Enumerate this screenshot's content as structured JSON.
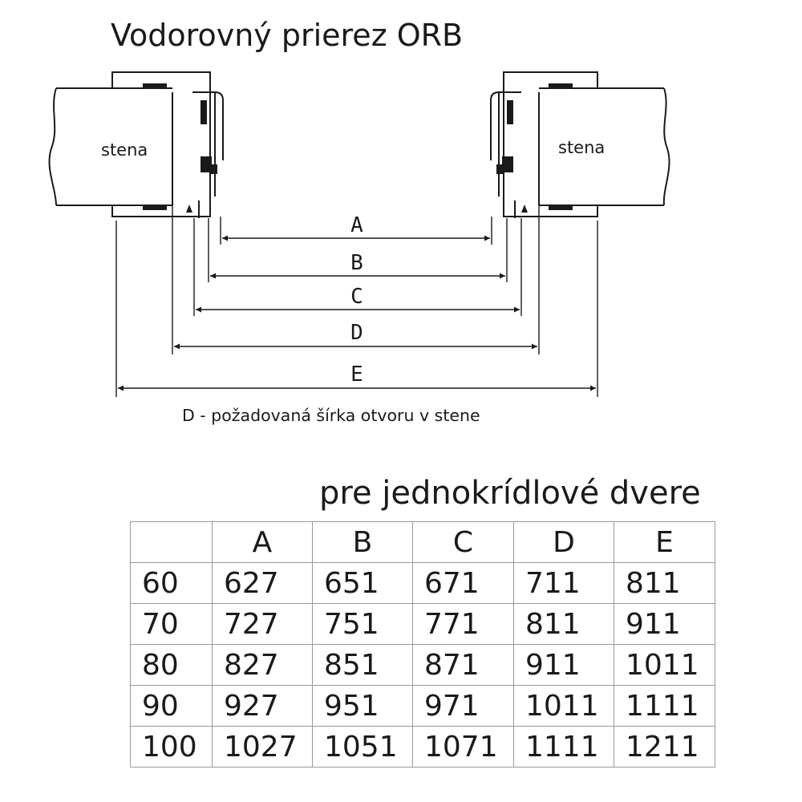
{
  "title": "Vodorovný prierez ORB",
  "diagram": {
    "wall_left_label": "stena",
    "wall_right_label": "stena",
    "dimension_letters": [
      "A",
      "B",
      "C",
      "D",
      "E"
    ],
    "caption": "D - požadovaná šírka otvoru v stene"
  },
  "table": {
    "title": "pre jednokrídlové dvere",
    "columns": [
      "",
      "A",
      "B",
      "C",
      "D",
      "E"
    ],
    "rows": [
      [
        "60",
        "627",
        "651",
        "671",
        "711",
        "811"
      ],
      [
        "70",
        "727",
        "751",
        "771",
        "811",
        "911"
      ],
      [
        "80",
        "827",
        "851",
        "871",
        "911",
        "1011"
      ],
      [
        "90",
        "927",
        "951",
        "971",
        "1011",
        "1111"
      ],
      [
        "100",
        "1027",
        "1051",
        "1071",
        "1111",
        "1211"
      ]
    ]
  }
}
